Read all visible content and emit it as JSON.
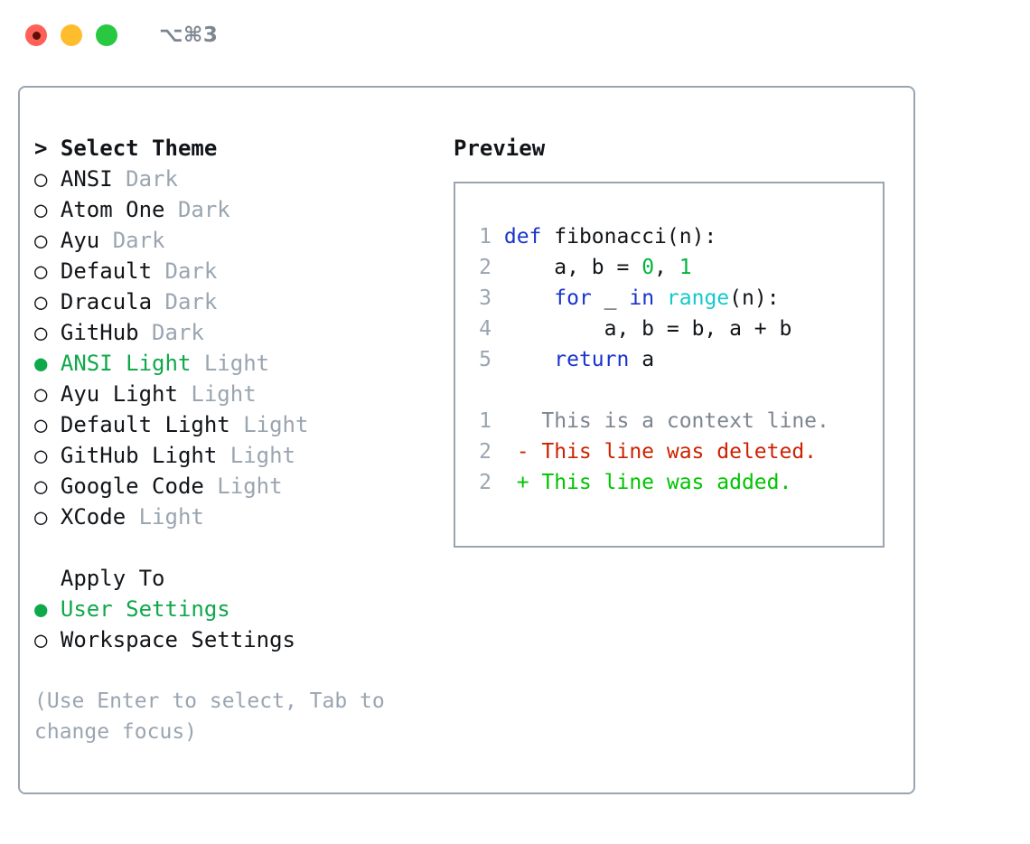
{
  "titlebar": {
    "shortcut": "⌥⌘3",
    "lights": [
      "close-red",
      "minimize-amber",
      "zoom-green"
    ]
  },
  "theme_section": {
    "heading": "> Select Theme",
    "items": [
      {
        "marker": "○ ",
        "label": "ANSI",
        "suffix": " Dark",
        "selected": false
      },
      {
        "marker": "○ ",
        "label": "Atom One",
        "suffix": " Dark",
        "selected": false
      },
      {
        "marker": "○ ",
        "label": "Ayu",
        "suffix": " Dark",
        "selected": false
      },
      {
        "marker": "○ ",
        "label": "Default",
        "suffix": " Dark",
        "selected": false
      },
      {
        "marker": "○ ",
        "label": "Dracula",
        "suffix": " Dark",
        "selected": false
      },
      {
        "marker": "○ ",
        "label": "GitHub",
        "suffix": " Dark",
        "selected": false
      },
      {
        "marker": "● ",
        "label": "ANSI Light",
        "suffix": " Light",
        "selected": true
      },
      {
        "marker": "○ ",
        "label": "Ayu Light",
        "suffix": " Light",
        "selected": false
      },
      {
        "marker": "○ ",
        "label": "Default Light",
        "suffix": " Light",
        "selected": false
      },
      {
        "marker": "○ ",
        "label": "GitHub Light",
        "suffix": " Light",
        "selected": false
      },
      {
        "marker": "○ ",
        "label": "Google Code",
        "suffix": " Light",
        "selected": false
      },
      {
        "marker": "○ ",
        "label": "XCode",
        "suffix": " Light",
        "selected": false
      }
    ]
  },
  "apply_section": {
    "heading": "  Apply To",
    "items": [
      {
        "marker": "● ",
        "label": "User Settings",
        "suffix": "",
        "selected": true
      },
      {
        "marker": "○ ",
        "label": "Workspace Settings",
        "suffix": "",
        "selected": false
      }
    ]
  },
  "hint": "(Use Enter to select, Tab to change focus)",
  "preview": {
    "title": "Preview",
    "code": [
      {
        "num": "1",
        "tokens": [
          {
            "t": "def",
            "c": "kw"
          },
          {
            "t": " fibonacci(n):",
            "c": ""
          }
        ]
      },
      {
        "num": "2",
        "tokens": [
          {
            "t": "    a, b = ",
            "c": ""
          },
          {
            "t": "0",
            "c": "num"
          },
          {
            "t": ", ",
            "c": ""
          },
          {
            "t": "1",
            "c": "num"
          }
        ]
      },
      {
        "num": "3",
        "tokens": [
          {
            "t": "    ",
            "c": ""
          },
          {
            "t": "for",
            "c": "kw"
          },
          {
            "t": " _ ",
            "c": ""
          },
          {
            "t": "in",
            "c": "kw"
          },
          {
            "t": " ",
            "c": ""
          },
          {
            "t": "range",
            "c": "fn"
          },
          {
            "t": "(n):",
            "c": ""
          }
        ]
      },
      {
        "num": "4",
        "tokens": [
          {
            "t": "        a, b = b, a + b",
            "c": ""
          }
        ]
      },
      {
        "num": "5",
        "tokens": [
          {
            "t": "    ",
            "c": ""
          },
          {
            "t": "return",
            "c": "kw"
          },
          {
            "t": " a",
            "c": ""
          }
        ]
      }
    ],
    "diff": [
      {
        "num": "1",
        "sign": "  ",
        "text": "This is a context line.",
        "kind": "diff-ctx"
      },
      {
        "num": "2",
        "sign": "- ",
        "text": "This line was deleted.",
        "kind": "diff-del"
      },
      {
        "num": "2",
        "sign": "+ ",
        "text": "This line was added.",
        "kind": "diff-add"
      }
    ]
  },
  "colors": {
    "selected_green": "#0fa84a",
    "muted_gray": "#9aa5b1",
    "keyword_blue": "#1a33cc",
    "number_green": "#00b53d",
    "function_cyan": "#15c9cc",
    "diff_delete_red": "#cc2200",
    "diff_add_green": "#00c400",
    "border": "#9aa5b1",
    "light_red": "#ff6058",
    "light_amber": "#ffbd2e",
    "light_green": "#28c840"
  }
}
